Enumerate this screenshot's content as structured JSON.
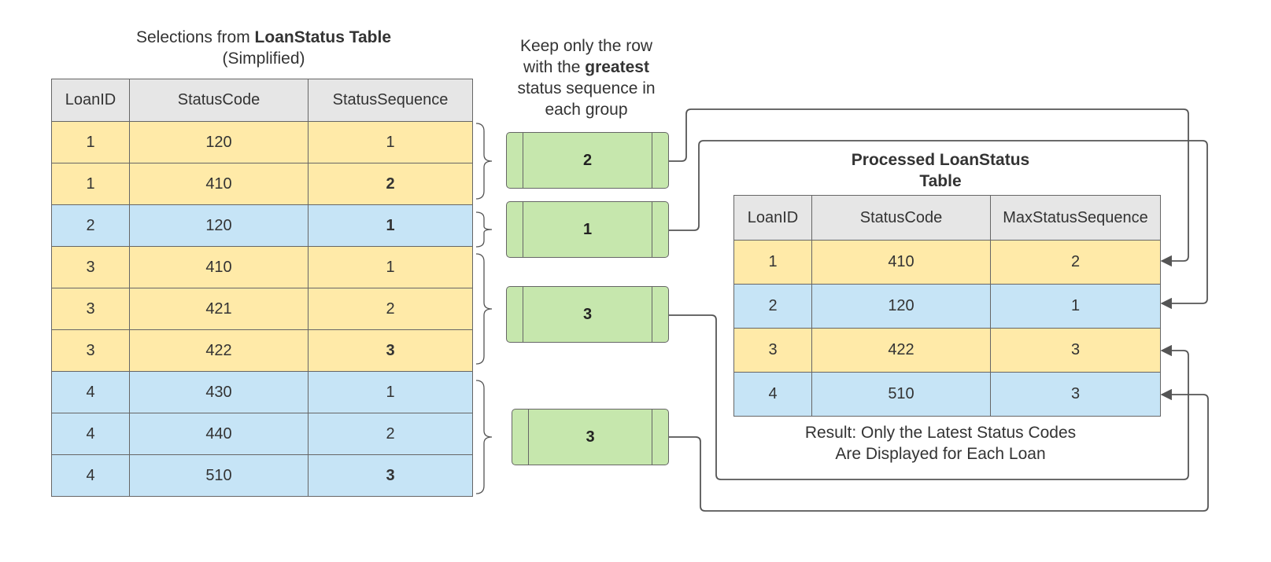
{
  "source_table": {
    "caption_prefix": "Selections from ",
    "caption_bold": "LoanStatus Table",
    "caption_suffix": " (Simplified)",
    "headers": [
      "LoanID",
      "StatusCode",
      "StatusSequence"
    ],
    "rows": [
      {
        "loan_id": "1",
        "status_code": "120",
        "seq": "1",
        "color": "yellow",
        "max": false
      },
      {
        "loan_id": "1",
        "status_code": "410",
        "seq": "2",
        "color": "yellow",
        "max": true
      },
      {
        "loan_id": "2",
        "status_code": "120",
        "seq": "1",
        "color": "blue",
        "max": true
      },
      {
        "loan_id": "3",
        "status_code": "410",
        "seq": "1",
        "color": "yellow",
        "max": false
      },
      {
        "loan_id": "3",
        "status_code": "421",
        "seq": "2",
        "color": "yellow",
        "max": false
      },
      {
        "loan_id": "3",
        "status_code": "422",
        "seq": "3",
        "color": "yellow",
        "max": true
      },
      {
        "loan_id": "4",
        "status_code": "430",
        "seq": "1",
        "color": "blue",
        "max": false
      },
      {
        "loan_id": "4",
        "status_code": "440",
        "seq": "2",
        "color": "blue",
        "max": false
      },
      {
        "loan_id": "4",
        "status_code": "510",
        "seq": "3",
        "color": "blue",
        "max": true
      }
    ]
  },
  "middle": {
    "caption_line1": "Keep only the row",
    "caption_line2_prefix": "with the ",
    "caption_line2_bold": "greatest",
    "caption_line3": "status sequence in",
    "caption_line4": "each group",
    "groups": [
      "2",
      "1",
      "3",
      "3"
    ]
  },
  "result_table": {
    "caption_line1": "Processed LoanStatus",
    "caption_line2": "Table",
    "headers": [
      "LoanID",
      "StatusCode",
      "MaxStatusSequence"
    ],
    "rows": [
      {
        "loan_id": "1",
        "status_code": "410",
        "max_seq": "2",
        "color": "yellow"
      },
      {
        "loan_id": "2",
        "status_code": "120",
        "max_seq": "1",
        "color": "blue"
      },
      {
        "loan_id": "3",
        "status_code": "422",
        "max_seq": "3",
        "color": "yellow"
      },
      {
        "loan_id": "4",
        "status_code": "510",
        "max_seq": "3",
        "color": "blue"
      }
    ],
    "result_line1": "Result: Only the Latest Status Codes",
    "result_line2": "Are Displayed for Each Loan"
  },
  "colors": {
    "yellow_row": "#ffeaa8",
    "blue_row": "#c6e4f6",
    "header": "#e6e6e6",
    "group_box": "#c6e7ad",
    "connector": "#555555"
  }
}
